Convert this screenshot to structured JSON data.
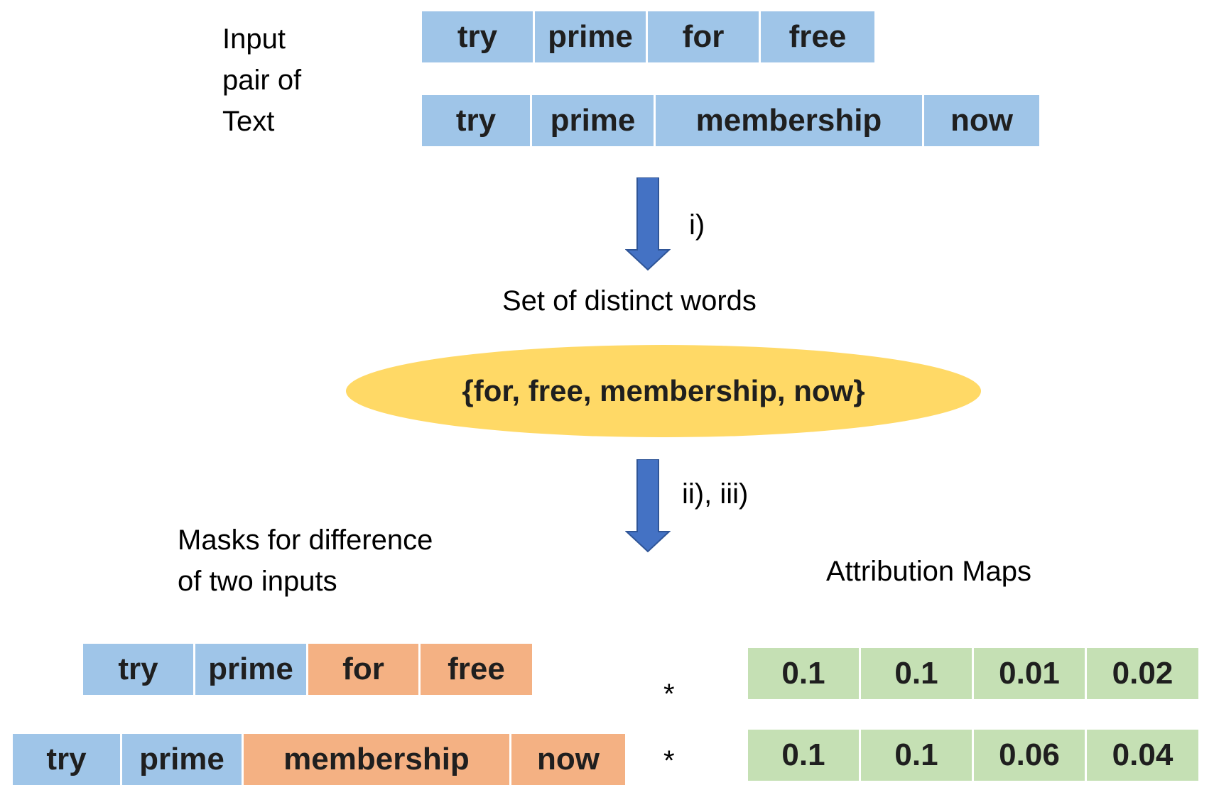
{
  "input": {
    "label_lines": [
      "Input",
      "pair of",
      "Text"
    ],
    "text1_tokens": [
      "try",
      "prime",
      "for",
      "free"
    ],
    "text2_tokens": [
      "try",
      "prime",
      "membership",
      "now"
    ]
  },
  "step1": {
    "label": "i)"
  },
  "distinct": {
    "title": "Set of distinct words",
    "set_text": "{for, free, membership, now}"
  },
  "step2": {
    "label": "ii), iii)"
  },
  "masks": {
    "title_lines": [
      "Masks for difference",
      "of  two inputs"
    ],
    "row1": [
      {
        "word": "try",
        "masked": false
      },
      {
        "word": "prime",
        "masked": false
      },
      {
        "word": "for",
        "masked": true
      },
      {
        "word": "free",
        "masked": true
      }
    ],
    "row2": [
      {
        "word": "try",
        "masked": false
      },
      {
        "word": "prime",
        "masked": false
      },
      {
        "word": "membership",
        "masked": true
      },
      {
        "word": "now",
        "masked": true
      }
    ]
  },
  "operator": "*",
  "attribution": {
    "title": "Attribution Maps",
    "row1": [
      "0.1",
      "0.1",
      "0.01",
      "0.02"
    ],
    "row2": [
      "0.1",
      "0.1",
      "0.06",
      "0.04"
    ]
  },
  "colors": {
    "token_blue": "#9fc5e8",
    "mask_orange": "#f4b183",
    "attribution_green": "#c5e0b4",
    "set_yellow": "#ffd966",
    "arrow_blue": "#4472c4"
  }
}
